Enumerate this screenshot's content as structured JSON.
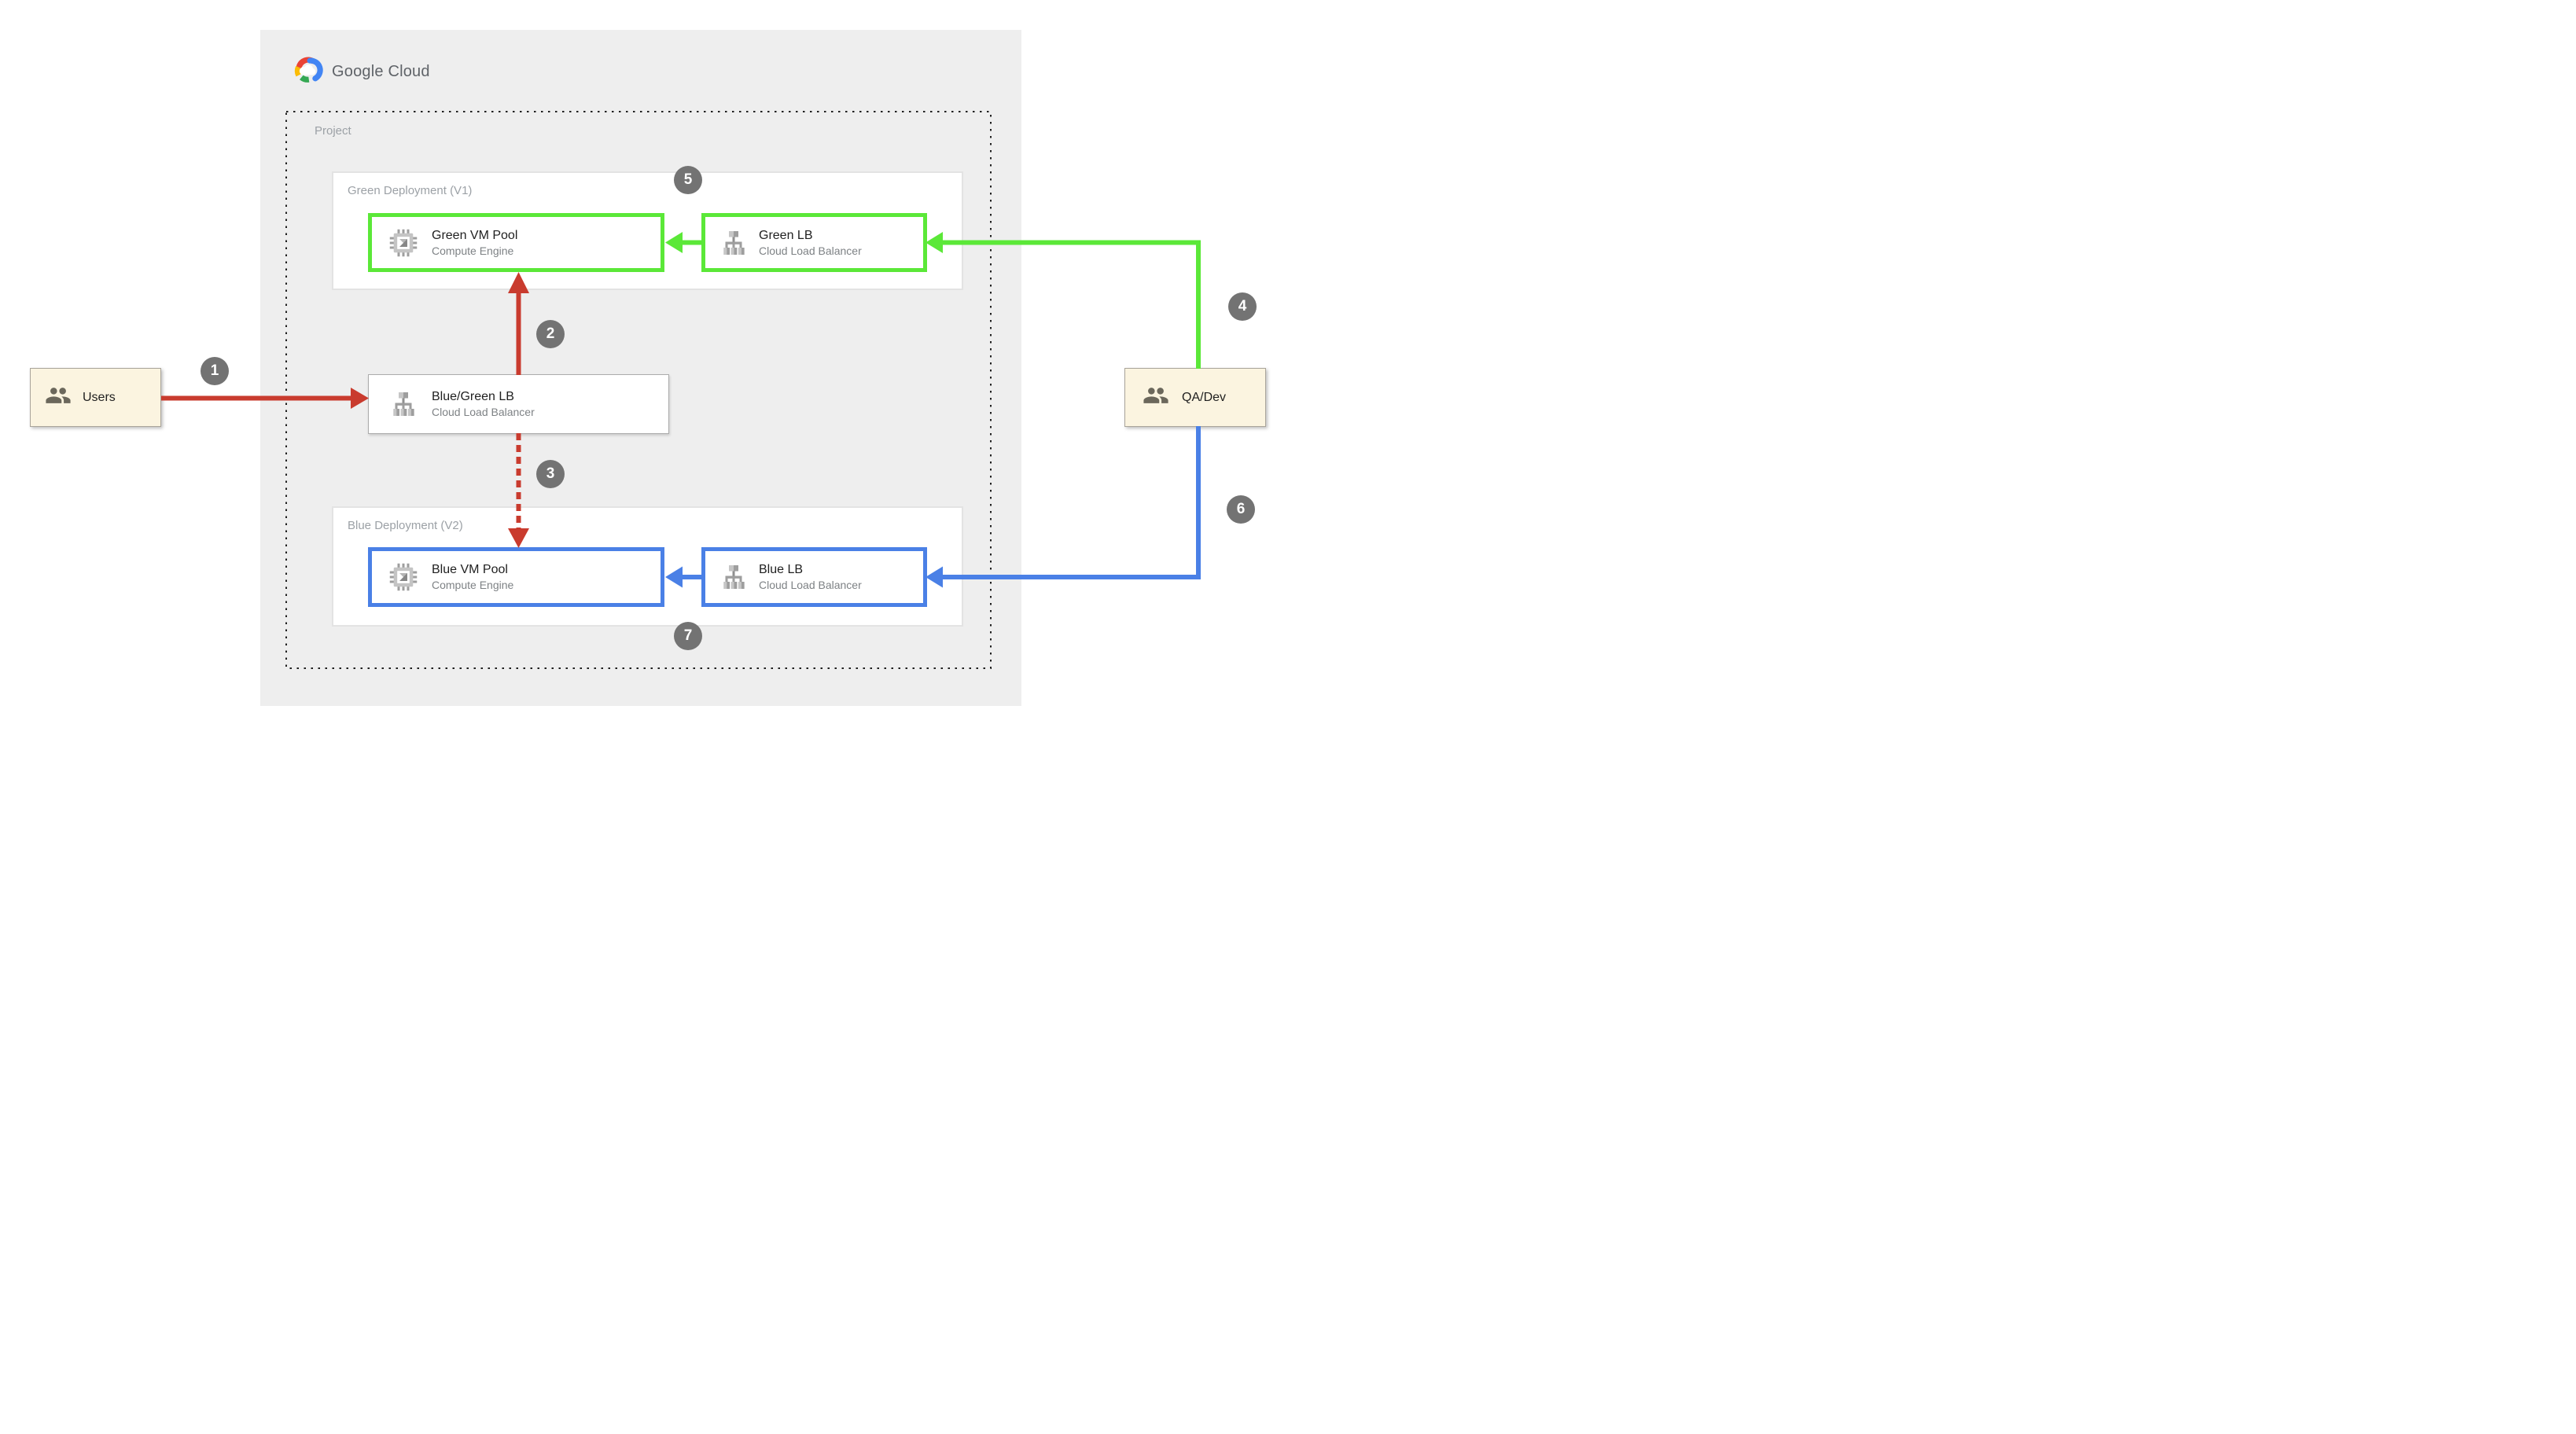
{
  "logo": {
    "brand": "Google Cloud"
  },
  "project": {
    "label": "Project"
  },
  "deployments": {
    "green": {
      "label": "Green Deployment (V1)"
    },
    "blue": {
      "label": "Blue Deployment (V2)"
    }
  },
  "nodes": {
    "green_vm_pool": {
      "title": "Green VM Pool",
      "subtitle": "Compute Engine"
    },
    "green_lb": {
      "title": "Green LB",
      "subtitle": "Cloud Load Balancer"
    },
    "blue_green_lb": {
      "title": "Blue/Green LB",
      "subtitle": "Cloud Load Balancer"
    },
    "blue_vm_pool": {
      "title": "Blue VM Pool",
      "subtitle": "Compute Engine"
    },
    "blue_lb": {
      "title": "Blue LB",
      "subtitle": "Cloud Load Balancer"
    },
    "users": {
      "label": "Users"
    },
    "qa_dev": {
      "label": "QA/Dev"
    }
  },
  "steps": [
    "1",
    "2",
    "3",
    "4",
    "5",
    "6",
    "7"
  ],
  "colors": {
    "user_traffic_red": "#c93b2e",
    "green_accent": "#5be838",
    "blue_accent": "#4a80e6",
    "actor_fill": "#fbf4e0",
    "step_circle_gray": "#737373",
    "panel_gray": "#eeeeee"
  }
}
